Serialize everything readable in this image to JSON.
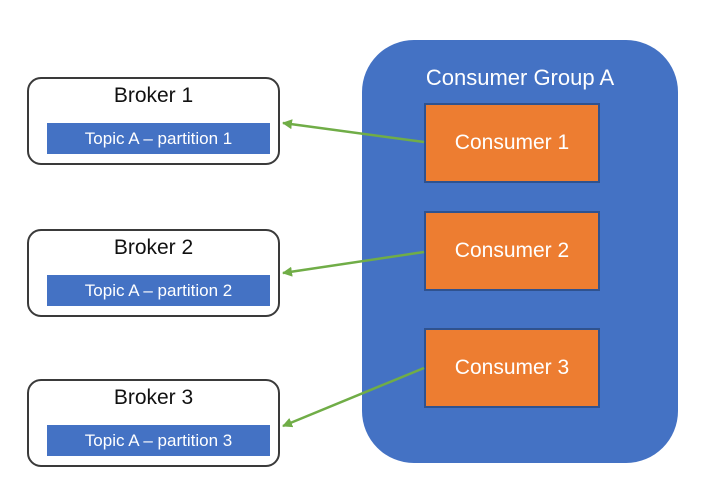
{
  "brokers": [
    {
      "title": "Broker 1",
      "partition": "Topic A – partition 1"
    },
    {
      "title": "Broker 2",
      "partition": "Topic A – partition 2"
    },
    {
      "title": "Broker 3",
      "partition": "Topic A – partition 3"
    }
  ],
  "consumer_group": {
    "title": "Consumer Group A",
    "consumers": [
      {
        "label": "Consumer 1"
      },
      {
        "label": "Consumer 2"
      },
      {
        "label": "Consumer 3"
      }
    ]
  },
  "colors": {
    "group_fill": "#4472c4",
    "partition_fill": "#4472c4",
    "consumer_fill": "#ed7d31",
    "arrow": "#70ad47",
    "broker_border": "#3a3a3a"
  },
  "connections": [
    {
      "from": "Consumer 1",
      "to": "Topic A – partition 1"
    },
    {
      "from": "Consumer 2",
      "to": "Topic A – partition 2"
    },
    {
      "from": "Consumer 3",
      "to": "Topic A – partition 3"
    }
  ]
}
